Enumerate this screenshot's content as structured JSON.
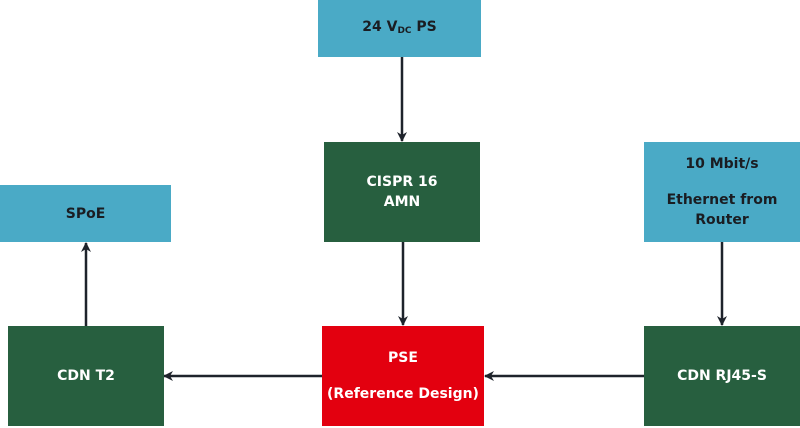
{
  "diagram": {
    "nodes": {
      "psu": {
        "label_main": "24 V",
        "label_sub": "DC",
        "label_tail": " PS",
        "color": "#4aaac6"
      },
      "amn": {
        "line1": "CISPR 16",
        "line2": "AMN",
        "color": "#275f3f"
      },
      "ethernet": {
        "line1": "10 Mbit/s",
        "line2": "Ethernet from",
        "line3": "Router",
        "color": "#4aaac6"
      },
      "spoe": {
        "label": "SPoE",
        "color": "#4aaac6"
      },
      "cdn_t2": {
        "label": "CDN T2",
        "color": "#275f3f"
      },
      "pse": {
        "line1": "PSE",
        "line2": "(Reference Design)",
        "color": "#e3000f"
      },
      "cdn_rj45": {
        "label": "CDN RJ45-S",
        "color": "#275f3f"
      }
    },
    "edges": [
      {
        "from": "24 VDC PS",
        "to": "CISPR 16 AMN"
      },
      {
        "from": "CISPR 16 AMN",
        "to": "PSE"
      },
      {
        "from": "10 Mbit/s Ethernet from Router",
        "to": "CDN RJ45-S"
      },
      {
        "from": "CDN RJ45-S",
        "to": "PSE"
      },
      {
        "from": "PSE",
        "to": "CDN T2"
      },
      {
        "from": "CDN T2",
        "to": "SPoE"
      }
    ],
    "arrow_color": "#1e232b"
  }
}
